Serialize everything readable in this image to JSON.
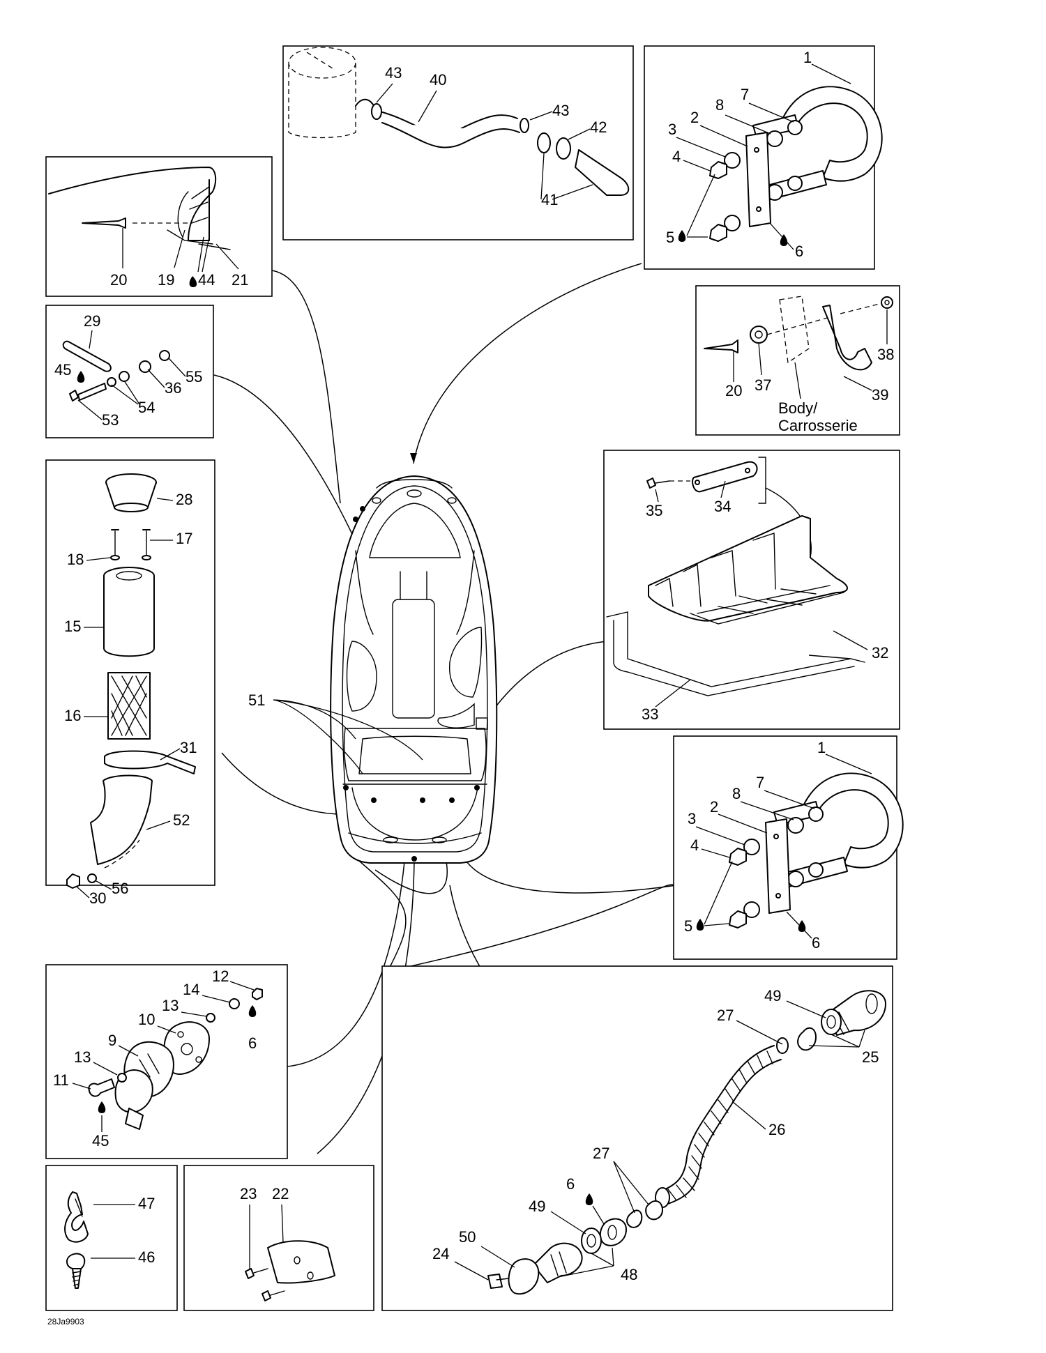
{
  "diagram": {
    "drawing_code": "28Ja9903",
    "body_label_line1": "Body/",
    "body_label_line2": "Carrosserie",
    "callouts": [
      {
        "id": "c43a",
        "text": "43"
      },
      {
        "id": "c40",
        "text": "40"
      },
      {
        "id": "c43b",
        "text": "43"
      },
      {
        "id": "c42",
        "text": "42"
      },
      {
        "id": "c41",
        "text": "41"
      },
      {
        "id": "c1a",
        "text": "1"
      },
      {
        "id": "c7a",
        "text": "7"
      },
      {
        "id": "c8a",
        "text": "8"
      },
      {
        "id": "c2a",
        "text": "2"
      },
      {
        "id": "c3a",
        "text": "3"
      },
      {
        "id": "c4a",
        "text": "4"
      },
      {
        "id": "c5a",
        "text": "5"
      },
      {
        "id": "c6a",
        "text": "6"
      },
      {
        "id": "c20a",
        "text": "20"
      },
      {
        "id": "c19",
        "text": "19"
      },
      {
        "id": "c44",
        "text": "44"
      },
      {
        "id": "c21",
        "text": "21"
      },
      {
        "id": "c20b",
        "text": "20"
      },
      {
        "id": "c37",
        "text": "37"
      },
      {
        "id": "c38",
        "text": "38"
      },
      {
        "id": "c39",
        "text": "39"
      },
      {
        "id": "c29",
        "text": "29"
      },
      {
        "id": "c45a",
        "text": "45"
      },
      {
        "id": "c55",
        "text": "55"
      },
      {
        "id": "c36",
        "text": "36"
      },
      {
        "id": "c54",
        "text": "54"
      },
      {
        "id": "c53",
        "text": "53"
      },
      {
        "id": "c28",
        "text": "28"
      },
      {
        "id": "c17",
        "text": "17"
      },
      {
        "id": "c18",
        "text": "18"
      },
      {
        "id": "c15",
        "text": "15"
      },
      {
        "id": "c16",
        "text": "16"
      },
      {
        "id": "c31",
        "text": "31"
      },
      {
        "id": "c52",
        "text": "52"
      },
      {
        "id": "c30",
        "text": "30"
      },
      {
        "id": "c56",
        "text": "56"
      },
      {
        "id": "c35",
        "text": "35"
      },
      {
        "id": "c34",
        "text": "34"
      },
      {
        "id": "c32",
        "text": "32"
      },
      {
        "id": "c33",
        "text": "33"
      },
      {
        "id": "c51",
        "text": "51"
      },
      {
        "id": "c1b",
        "text": "1"
      },
      {
        "id": "c7b",
        "text": "7"
      },
      {
        "id": "c8b",
        "text": "8"
      },
      {
        "id": "c2b",
        "text": "2"
      },
      {
        "id": "c3b",
        "text": "3"
      },
      {
        "id": "c4b",
        "text": "4"
      },
      {
        "id": "c5b",
        "text": "5"
      },
      {
        "id": "c6b",
        "text": "6"
      },
      {
        "id": "c12",
        "text": "12"
      },
      {
        "id": "c14",
        "text": "14"
      },
      {
        "id": "c13a",
        "text": "13"
      },
      {
        "id": "c10",
        "text": "10"
      },
      {
        "id": "c9",
        "text": "9"
      },
      {
        "id": "c13b",
        "text": "13"
      },
      {
        "id": "c11",
        "text": "11"
      },
      {
        "id": "c6c",
        "text": "6"
      },
      {
        "id": "c45b",
        "text": "45"
      },
      {
        "id": "c49a",
        "text": "49"
      },
      {
        "id": "c27a",
        "text": "27"
      },
      {
        "id": "c25",
        "text": "25"
      },
      {
        "id": "c26",
        "text": "26"
      },
      {
        "id": "c27b",
        "text": "27"
      },
      {
        "id": "c6d",
        "text": "6"
      },
      {
        "id": "c49b",
        "text": "49"
      },
      {
        "id": "c50",
        "text": "50"
      },
      {
        "id": "c24",
        "text": "24"
      },
      {
        "id": "c48",
        "text": "48"
      },
      {
        "id": "c47",
        "text": "47"
      },
      {
        "id": "c46",
        "text": "46"
      },
      {
        "id": "c23",
        "text": "23"
      },
      {
        "id": "c22",
        "text": "22"
      }
    ]
  }
}
